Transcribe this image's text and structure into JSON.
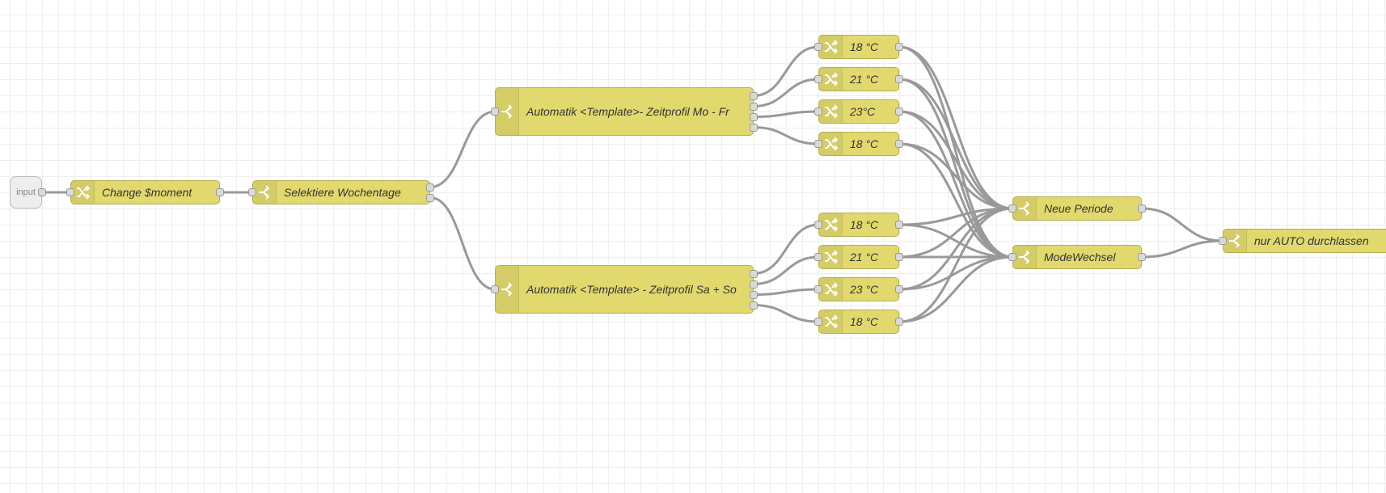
{
  "flow": {
    "nodes": [
      {
        "id": "input",
        "type": "inject",
        "label": "input",
        "icon": "none"
      },
      {
        "id": "change-moment",
        "type": "change",
        "label": "Change $moment",
        "icon": "shuffle-icon"
      },
      {
        "id": "selektiere",
        "type": "switch",
        "label": "Selektiere Wochentage",
        "icon": "switch-icon"
      },
      {
        "id": "auto-mofr",
        "type": "switch",
        "label": "Automatik <Template>- Zeitprofil Mo - Fr",
        "icon": "switch-icon"
      },
      {
        "id": "auto-saso",
        "type": "switch",
        "label": "Automatik <Template> - Zeitprofil Sa + So",
        "icon": "switch-icon"
      },
      {
        "id": "t1",
        "type": "change",
        "label": "18 °C",
        "icon": "shuffle-icon"
      },
      {
        "id": "t2",
        "type": "change",
        "label": "21 °C",
        "icon": "shuffle-icon"
      },
      {
        "id": "t3",
        "type": "change",
        "label": "23°C",
        "icon": "shuffle-icon"
      },
      {
        "id": "t4",
        "type": "change",
        "label": "18 °C",
        "icon": "shuffle-icon"
      },
      {
        "id": "t5",
        "type": "change",
        "label": "18 °C",
        "icon": "shuffle-icon"
      },
      {
        "id": "t6",
        "type": "change",
        "label": "21 °C",
        "icon": "shuffle-icon"
      },
      {
        "id": "t7",
        "type": "change",
        "label": "23 °C",
        "icon": "shuffle-icon"
      },
      {
        "id": "t8",
        "type": "change",
        "label": "18 °C",
        "icon": "shuffle-icon"
      },
      {
        "id": "neue-periode",
        "type": "switch",
        "label": "Neue Periode",
        "icon": "switch-icon"
      },
      {
        "id": "modewechsel",
        "type": "switch",
        "label": "ModeWechsel",
        "icon": "switch-icon"
      },
      {
        "id": "nur-auto",
        "type": "switch",
        "label": "nur AUTO durchlassen",
        "icon": "switch-icon"
      }
    ],
    "connections": [
      [
        "input",
        0,
        "change-moment"
      ],
      [
        "change-moment",
        0,
        "selektiere"
      ],
      [
        "selektiere",
        0,
        "auto-mofr"
      ],
      [
        "selektiere",
        1,
        "auto-saso"
      ],
      [
        "auto-mofr",
        0,
        "t1"
      ],
      [
        "auto-mofr",
        1,
        "t2"
      ],
      [
        "auto-mofr",
        2,
        "t3"
      ],
      [
        "auto-mofr",
        3,
        "t4"
      ],
      [
        "auto-saso",
        0,
        "t5"
      ],
      [
        "auto-saso",
        1,
        "t6"
      ],
      [
        "auto-saso",
        2,
        "t7"
      ],
      [
        "auto-saso",
        3,
        "t8"
      ],
      [
        "t1",
        0,
        "neue-periode"
      ],
      [
        "t1",
        0,
        "modewechsel"
      ],
      [
        "t2",
        0,
        "neue-periode"
      ],
      [
        "t2",
        0,
        "modewechsel"
      ],
      [
        "t3",
        0,
        "neue-periode"
      ],
      [
        "t3",
        0,
        "modewechsel"
      ],
      [
        "t4",
        0,
        "neue-periode"
      ],
      [
        "t4",
        0,
        "modewechsel"
      ],
      [
        "t5",
        0,
        "neue-periode"
      ],
      [
        "t5",
        0,
        "modewechsel"
      ],
      [
        "t6",
        0,
        "neue-periode"
      ],
      [
        "t6",
        0,
        "modewechsel"
      ],
      [
        "t7",
        0,
        "neue-periode"
      ],
      [
        "t7",
        0,
        "modewechsel"
      ],
      [
        "t8",
        0,
        "neue-periode"
      ],
      [
        "t8",
        0,
        "modewechsel"
      ],
      [
        "neue-periode",
        0,
        "nur-auto"
      ],
      [
        "modewechsel",
        0,
        "nur-auto"
      ]
    ]
  },
  "colors": {
    "node_fill": "#e2d96e",
    "node_border": "#b7ae4f",
    "wire": "#999999",
    "inject_fill": "#eeeeee",
    "port_fill": "#d9d9d9"
  }
}
